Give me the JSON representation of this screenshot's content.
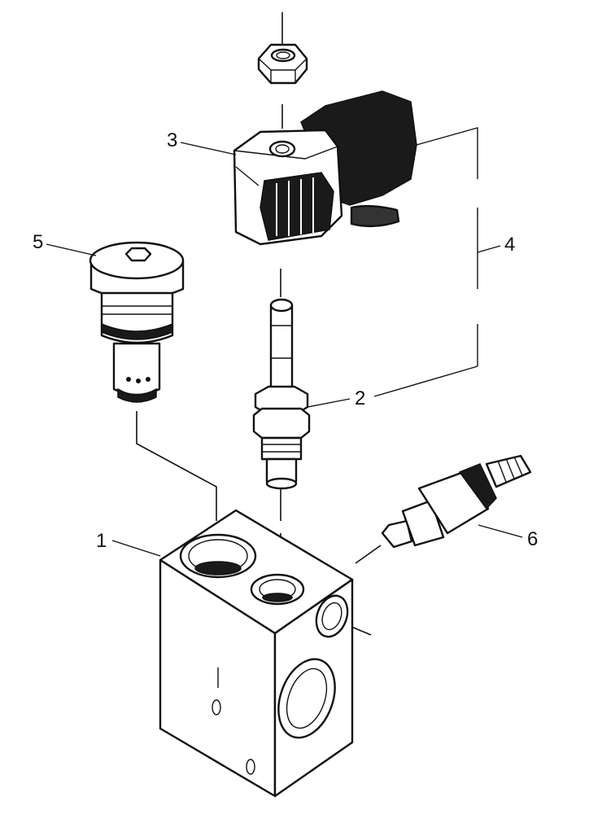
{
  "callouts": {
    "valve_block": "1",
    "cartridge": "2",
    "coil": "3",
    "solenoid_assembly": "4",
    "plug": "5",
    "relief_valve": "6"
  }
}
